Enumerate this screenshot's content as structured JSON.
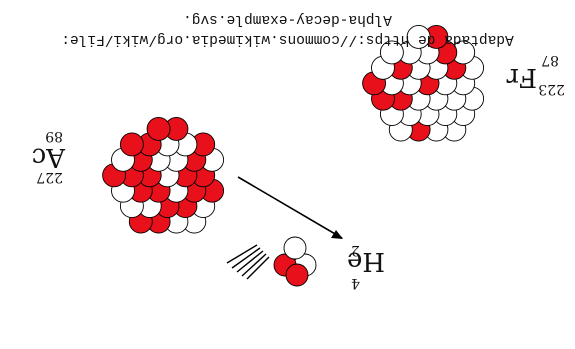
{
  "caption": {
    "line1": "Adaptada de https://commons.wikimedia.org/wiki/File:",
    "line2": "Alpha-decay-example.svg."
  },
  "nuclei": {
    "parent": {
      "mass": "227",
      "atomic": "89",
      "symbol": "Ac"
    },
    "daughter": {
      "mass": "223",
      "atomic": "87",
      "symbol": "Fr"
    },
    "alpha": {
      "mass": "4",
      "atomic": "2",
      "symbol": "He"
    }
  },
  "colors": {
    "proton": "#e8101a",
    "neutron": "#ffffff",
    "outline": "#000000"
  }
}
